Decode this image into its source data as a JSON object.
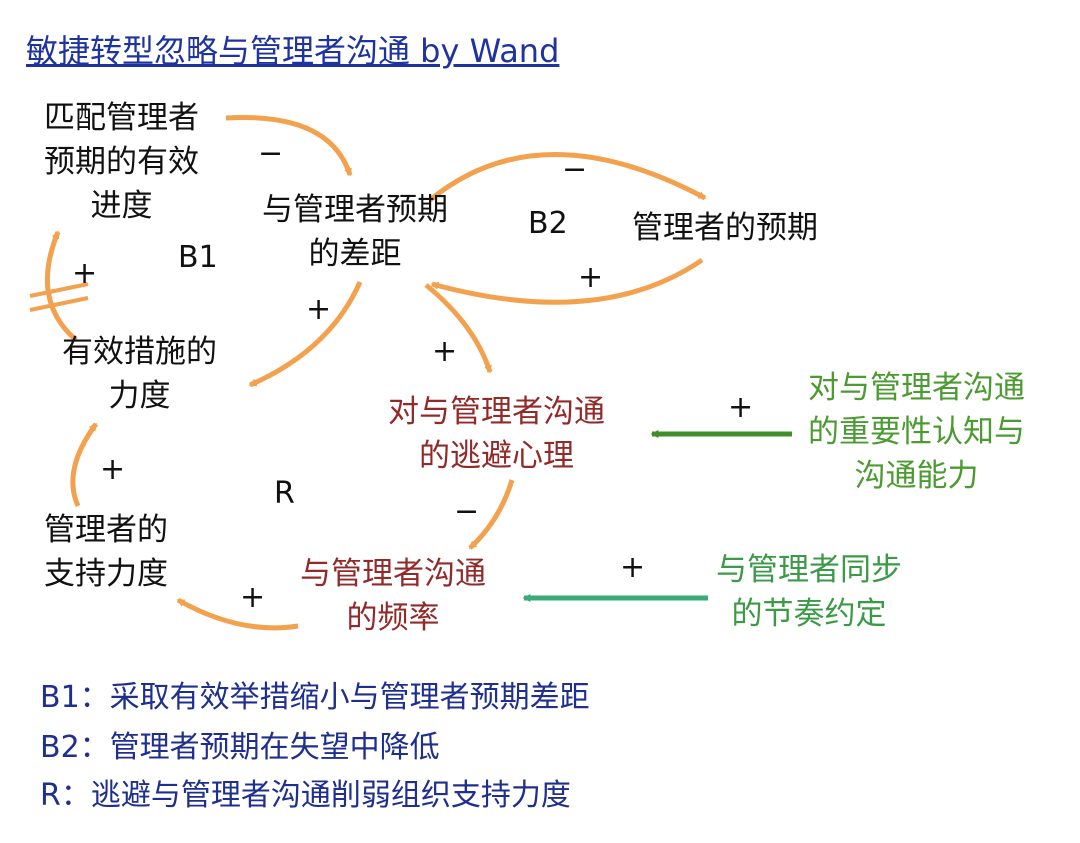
{
  "title": "敏捷转型忽略与管理者沟通 by Wand",
  "nodes": {
    "effective_progress": [
      "匹配管理者",
      "预期的有效",
      "进度"
    ],
    "expectation_gap": [
      "与管理者预期",
      "的差距"
    ],
    "manager_expectation": [
      "管理者的预期"
    ],
    "effective_measures": [
      "有效措施的",
      "力度"
    ],
    "avoidance_psychology": [
      "对与管理者沟通",
      "的逃避心理"
    ],
    "importance_awareness": [
      "对与管理者沟通",
      "的重要性认知与",
      "沟通能力"
    ],
    "manager_support": [
      "管理者的",
      "支持力度"
    ],
    "communication_frequency": [
      "与管理者沟通",
      "的频率"
    ],
    "sync_rhythm": [
      "与管理者同步",
      "的节奏约定"
    ]
  },
  "loops": {
    "b1": "B1",
    "b2": "B2",
    "r": "R"
  },
  "signs": {
    "progress_to_gap": "−",
    "gap_to_expectation": "−",
    "expectation_to_gap": "+",
    "gap_to_measures": "+",
    "gap_to_avoidance": "+",
    "measures_to_progress": "+",
    "awareness_to_avoidance": "+",
    "avoidance_to_frequency": "−",
    "support_to_measures": "+",
    "frequency_to_support": "+",
    "rhythm_to_frequency": "+"
  },
  "legend": [
    "B1：采取有效举措缩小与管理者预期差距",
    "B2：管理者预期在失望中降低",
    "R：逃避与管理者沟通削弱组织支持力度"
  ],
  "colors": {
    "title": "#1f33a0",
    "legend": "#1f2f8f",
    "arrow_orange": "#f2a24e",
    "arrow_green_dark": "#3f8f2a",
    "arrow_green_light": "#3aaa78",
    "node_red": "#922a2a",
    "node_green": "#4c9a32"
  }
}
